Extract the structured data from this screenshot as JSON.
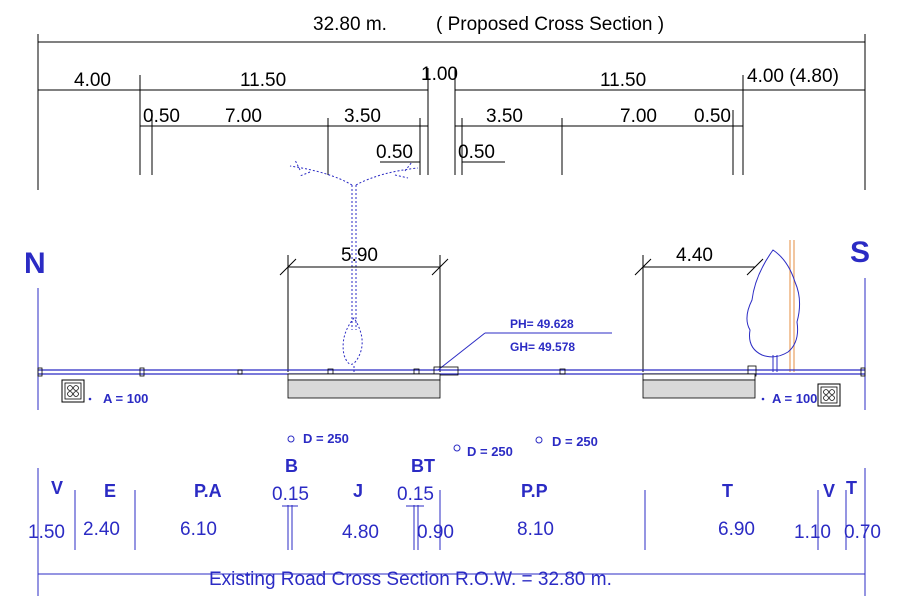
{
  "proposed": {
    "total": "32.80 m.",
    "title": "( Proposed Cross Section )",
    "tier1": [
      "4.00",
      "11.50",
      "1.00",
      "11.50",
      "4.00 (4.80)"
    ],
    "tier2": [
      "0.50",
      "7.00",
      "3.50",
      "3.50",
      "7.00",
      "0.50"
    ],
    "tier3": [
      "0.50",
      "0.50"
    ]
  },
  "directions": {
    "north": "N",
    "south": "S"
  },
  "widths": {
    "left": "5.90",
    "right": "4.40"
  },
  "elevations": {
    "ph": "PH= 49.628",
    "gh": "GH= 49.578"
  },
  "areas": {
    "left": "A = 100",
    "right": "A = 100"
  },
  "pipes": [
    "D = 250",
    "D = 250",
    "D = 250"
  ],
  "zones": [
    "V",
    "E",
    "P.A",
    "B",
    "J",
    "BT",
    "P.P",
    "T",
    "V",
    "T"
  ],
  "existing_dims": [
    "1.50",
    "2.40",
    "6.10",
    "0.15",
    "4.80",
    "0.15",
    "0.90",
    "8.10",
    "6.90",
    "1.10",
    "0.70"
  ],
  "existing": {
    "caption": "Existing Road Cross Section R.O.W. = 32.80 m."
  },
  "colors": {
    "line": "#000000",
    "blue": "#2b2bc4",
    "tree": "#e8a060",
    "slab": "#d9d9d9"
  }
}
